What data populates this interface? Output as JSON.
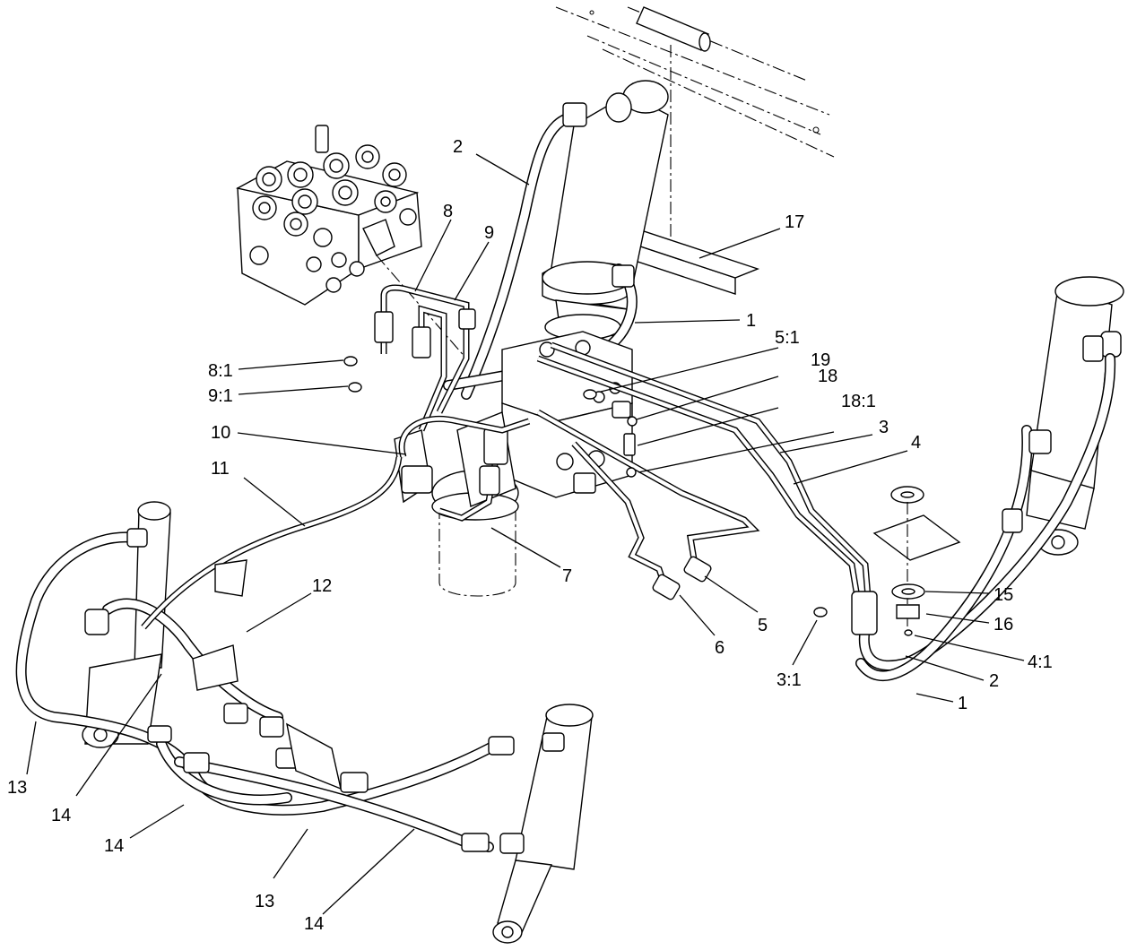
{
  "callouts": [
    {
      "id": "c2-top",
      "label": "2"
    },
    {
      "id": "c17",
      "label": "17"
    },
    {
      "id": "c8",
      "label": "8"
    },
    {
      "id": "c9",
      "label": "9"
    },
    {
      "id": "c1-top",
      "label": "1"
    },
    {
      "id": "c5-1",
      "label": "5:1"
    },
    {
      "id": "c8-1",
      "label": "8:1"
    },
    {
      "id": "c19",
      "label": "19"
    },
    {
      "id": "c18",
      "label": "18"
    },
    {
      "id": "c9-1",
      "label": "9:1"
    },
    {
      "id": "c18-1",
      "label": "18:1"
    },
    {
      "id": "c10",
      "label": "10"
    },
    {
      "id": "c3",
      "label": "3"
    },
    {
      "id": "c4",
      "label": "4"
    },
    {
      "id": "c11",
      "label": "11"
    },
    {
      "id": "c7",
      "label": "7"
    },
    {
      "id": "c12",
      "label": "12"
    },
    {
      "id": "c5",
      "label": "5"
    },
    {
      "id": "c15",
      "label": "15"
    },
    {
      "id": "c16",
      "label": "16"
    },
    {
      "id": "c6",
      "label": "6"
    },
    {
      "id": "c3-1",
      "label": "3:1"
    },
    {
      "id": "c4-1",
      "label": "4:1"
    },
    {
      "id": "c2-right",
      "label": "2"
    },
    {
      "id": "c1-right",
      "label": "1"
    },
    {
      "id": "c13-left",
      "label": "13"
    },
    {
      "id": "c14-left",
      "label": "14"
    },
    {
      "id": "c14-mid",
      "label": "14"
    },
    {
      "id": "c13-bottom",
      "label": "13"
    },
    {
      "id": "c14-bottom",
      "label": "14"
    }
  ]
}
